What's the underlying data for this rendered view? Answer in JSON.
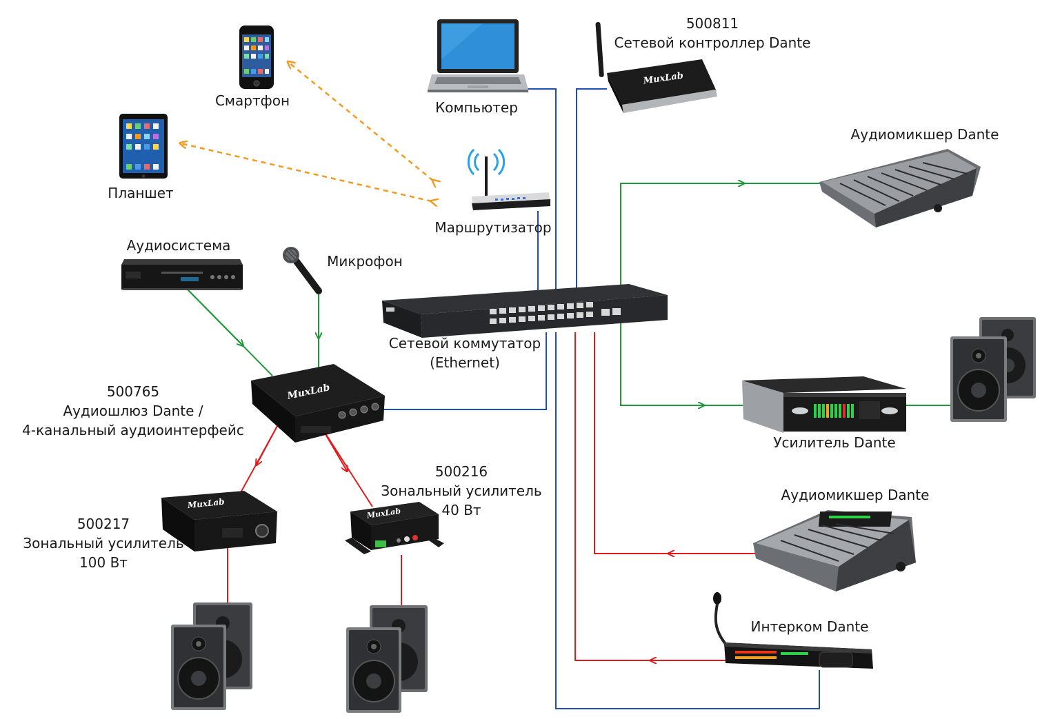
{
  "colors": {
    "ethernet": "#1f4fb5",
    "analog_in": "#1f9a3a",
    "analog_out": "#e01b1b",
    "wireless": "#f39a1e",
    "device_body": "#1b1b1b",
    "label": "#1a1a1a"
  },
  "labels": {
    "smartphone": "Смартфон",
    "tablet": "Планшет",
    "computer": "Компьютер",
    "router": "Маршрутизатор",
    "controller_id": "500811",
    "controller_name": "Сетевой контроллер Dante",
    "mixer_top": "Аудиомикшер Dante",
    "audio_system": "Аудиосистема",
    "microphone": "Микрофон",
    "switch_line1": "Сетевой коммутатор",
    "switch_line2": "(Ethernet)",
    "gateway_id": "500765",
    "gateway_line1": "Аудиошлюз Dante /",
    "gateway_line2": "4-канальный аудиоинтерфейс",
    "amplifier": "Усилитель Dante",
    "zone40_id": "500216",
    "zone40_line1": "Зональный усилитель",
    "zone40_line2": "40 Вт",
    "zone100_id": "500217",
    "zone100_line1": "Зональный усилитель",
    "zone100_line2": "100 Вт",
    "mixer_bottom": "Аудиомикшер Dante",
    "intercom": "Интерком Dante"
  },
  "branding": {
    "logo_text": "MuxLab"
  },
  "icons": {
    "smartphone": "smartphone-icon",
    "tablet": "tablet-icon",
    "laptop": "laptop-icon",
    "router": "wifi-router-icon",
    "controller": "network-controller-icon",
    "mixer": "mixing-console-icon",
    "audio_system": "av-receiver-icon",
    "microphone": "microphone-icon",
    "switch": "ethernet-switch-icon",
    "gateway": "audio-gateway-icon",
    "amplifier": "power-amplifier-icon",
    "speaker": "studio-monitor-icon",
    "intercom": "intercom-icon"
  }
}
